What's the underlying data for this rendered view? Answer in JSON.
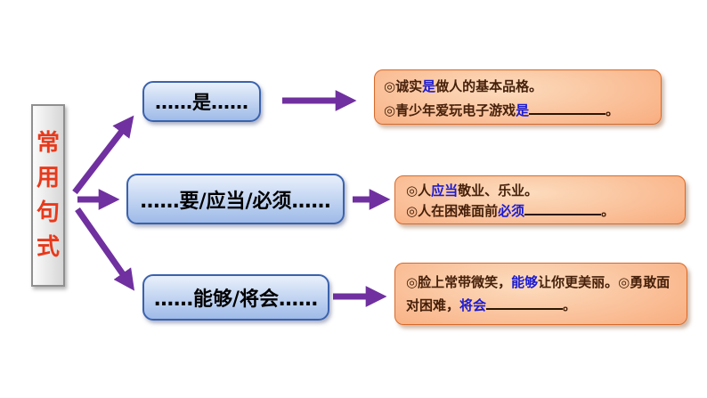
{
  "colors": {
    "arrow": "#7030a0",
    "category_text": "#e8391b",
    "category_fill_left": "#fbfbfb",
    "category_fill_right": "#d6d6d6",
    "category_border": "#8f8f8f",
    "pattern_border": "#3a62ad",
    "pattern_fill_top": "#e9f0fb",
    "pattern_fill_mid": "#c3d5f2",
    "pattern_fill_bottom": "#9fbbe8",
    "pattern_text": "#000000",
    "example_border": "#d96a2a",
    "example_fill_center": "#fcdcbe",
    "example_fill_mid": "#f9b286",
    "example_fill_edge": "#f28a52",
    "example_text": "#46200a",
    "highlight": "#1a1ad2",
    "blank_line": "#2b1703"
  },
  "category": {
    "label": "常用句式",
    "chars": [
      "常",
      "用",
      "句",
      "式"
    ]
  },
  "patterns": [
    {
      "id": "shi",
      "label": "……是……",
      "example_lines": [
        [
          {
            "t": "◎诚实"
          },
          {
            "t": "是",
            "hl": true
          },
          {
            "t": "做人的基本品格。"
          }
        ],
        [
          {
            "t": "◎青少年爱玩电子游戏"
          },
          {
            "t": "是",
            "hl": true
          },
          {
            "blank": true
          },
          {
            "t": "。"
          }
        ]
      ]
    },
    {
      "id": "yao-yingdang-bixu",
      "label": "……要/应当/必须……",
      "example_lines": [
        [
          {
            "t": "◎人"
          },
          {
            "t": "应当",
            "hl": true
          },
          {
            "t": "敬业、乐业。"
          }
        ],
        [
          {
            "t": "◎人在困难面前"
          },
          {
            "t": "必须",
            "hl": true
          },
          {
            "blank": true
          },
          {
            "t": "。"
          }
        ]
      ]
    },
    {
      "id": "nenggou-jianghui",
      "label": "……能够/将会……",
      "example_lines": [
        [
          {
            "t": "◎脸上常带微笑，"
          },
          {
            "t": "能够",
            "hl": true
          },
          {
            "t": "让你更美丽。◎勇敢面对困难，"
          },
          {
            "t": "将会",
            "hl": true
          },
          {
            "blank": true
          },
          {
            "t": "。"
          }
        ]
      ]
    }
  ]
}
